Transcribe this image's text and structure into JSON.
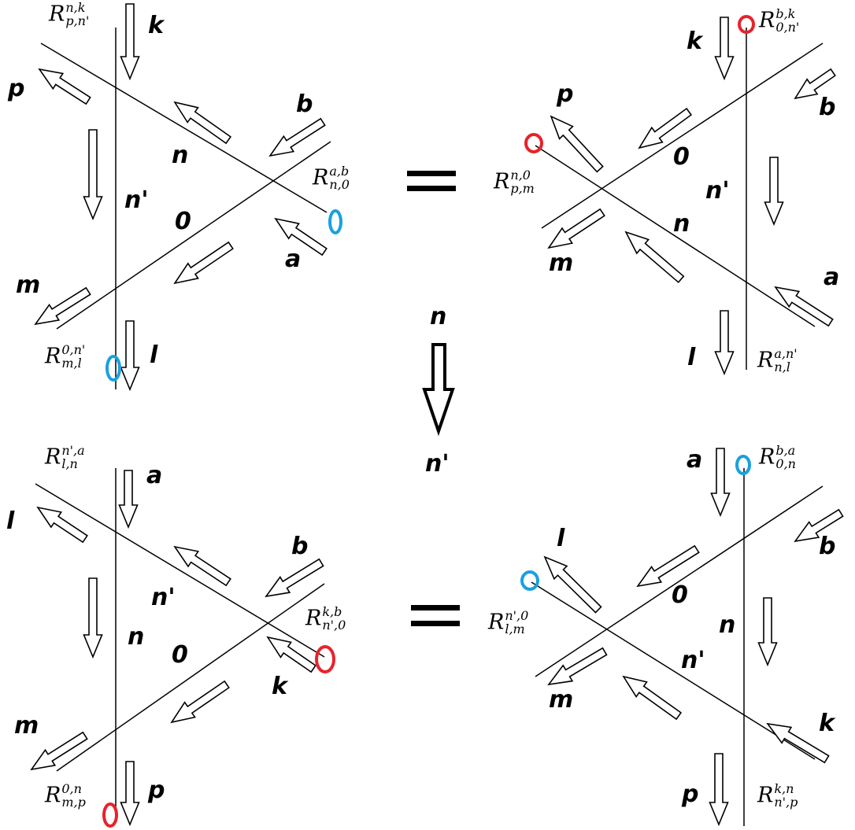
{
  "colors": {
    "red_marker": "#e8232b",
    "blue_marker": "#1aa0e0",
    "line": "#000000"
  },
  "center_label_top": "n",
  "center_label_bottom": "n'",
  "panels": {
    "tl": {
      "labels": {
        "k": "k",
        "p": "p",
        "b": "b",
        "n": "n",
        "n_prime": "n'",
        "zero": "0",
        "a": "a",
        "m": "m",
        "l": "l"
      },
      "R_top": {
        "sup": "n,k",
        "sub": "p,n'"
      },
      "R_mid": {
        "sup": "a,b",
        "sub": "n,0"
      },
      "R_bot": {
        "sup": "0,n'",
        "sub": "m,l"
      }
    },
    "tr": {
      "labels": {
        "k": "k",
        "p": "p",
        "b": "b",
        "zero": "0",
        "n_prime": "n'",
        "n": "n",
        "m": "m",
        "a": "a",
        "l": "l"
      },
      "R_top": {
        "sup": "b,k",
        "sub": "0,n'"
      },
      "R_mid": {
        "sup": "n,0",
        "sub": "p,m"
      },
      "R_bot": {
        "sup": "a,n'",
        "sub": "n,l"
      }
    },
    "bl": {
      "labels": {
        "a": "a",
        "l": "l",
        "b": "b",
        "n_prime": "n'",
        "n": "n",
        "zero": "0",
        "k": "k",
        "m": "m",
        "p": "p"
      },
      "R_top": {
        "sup": "n',a",
        "sub": "l,n"
      },
      "R_mid": {
        "sup": "k,b",
        "sub": "n',0"
      },
      "R_bot": {
        "sup": "0,n",
        "sub": "m,p"
      }
    },
    "br": {
      "labels": {
        "a": "a",
        "l": "l",
        "b": "b",
        "zero": "0",
        "n": "n",
        "n_prime": "n'",
        "m": "m",
        "k": "k",
        "p": "p"
      },
      "R_top": {
        "sup": "b,a",
        "sub": "0,n"
      },
      "R_mid": {
        "sup": "n',0",
        "sub": "l,m"
      },
      "R_bot": {
        "sup": "k,n",
        "sub": "n',p"
      }
    }
  }
}
